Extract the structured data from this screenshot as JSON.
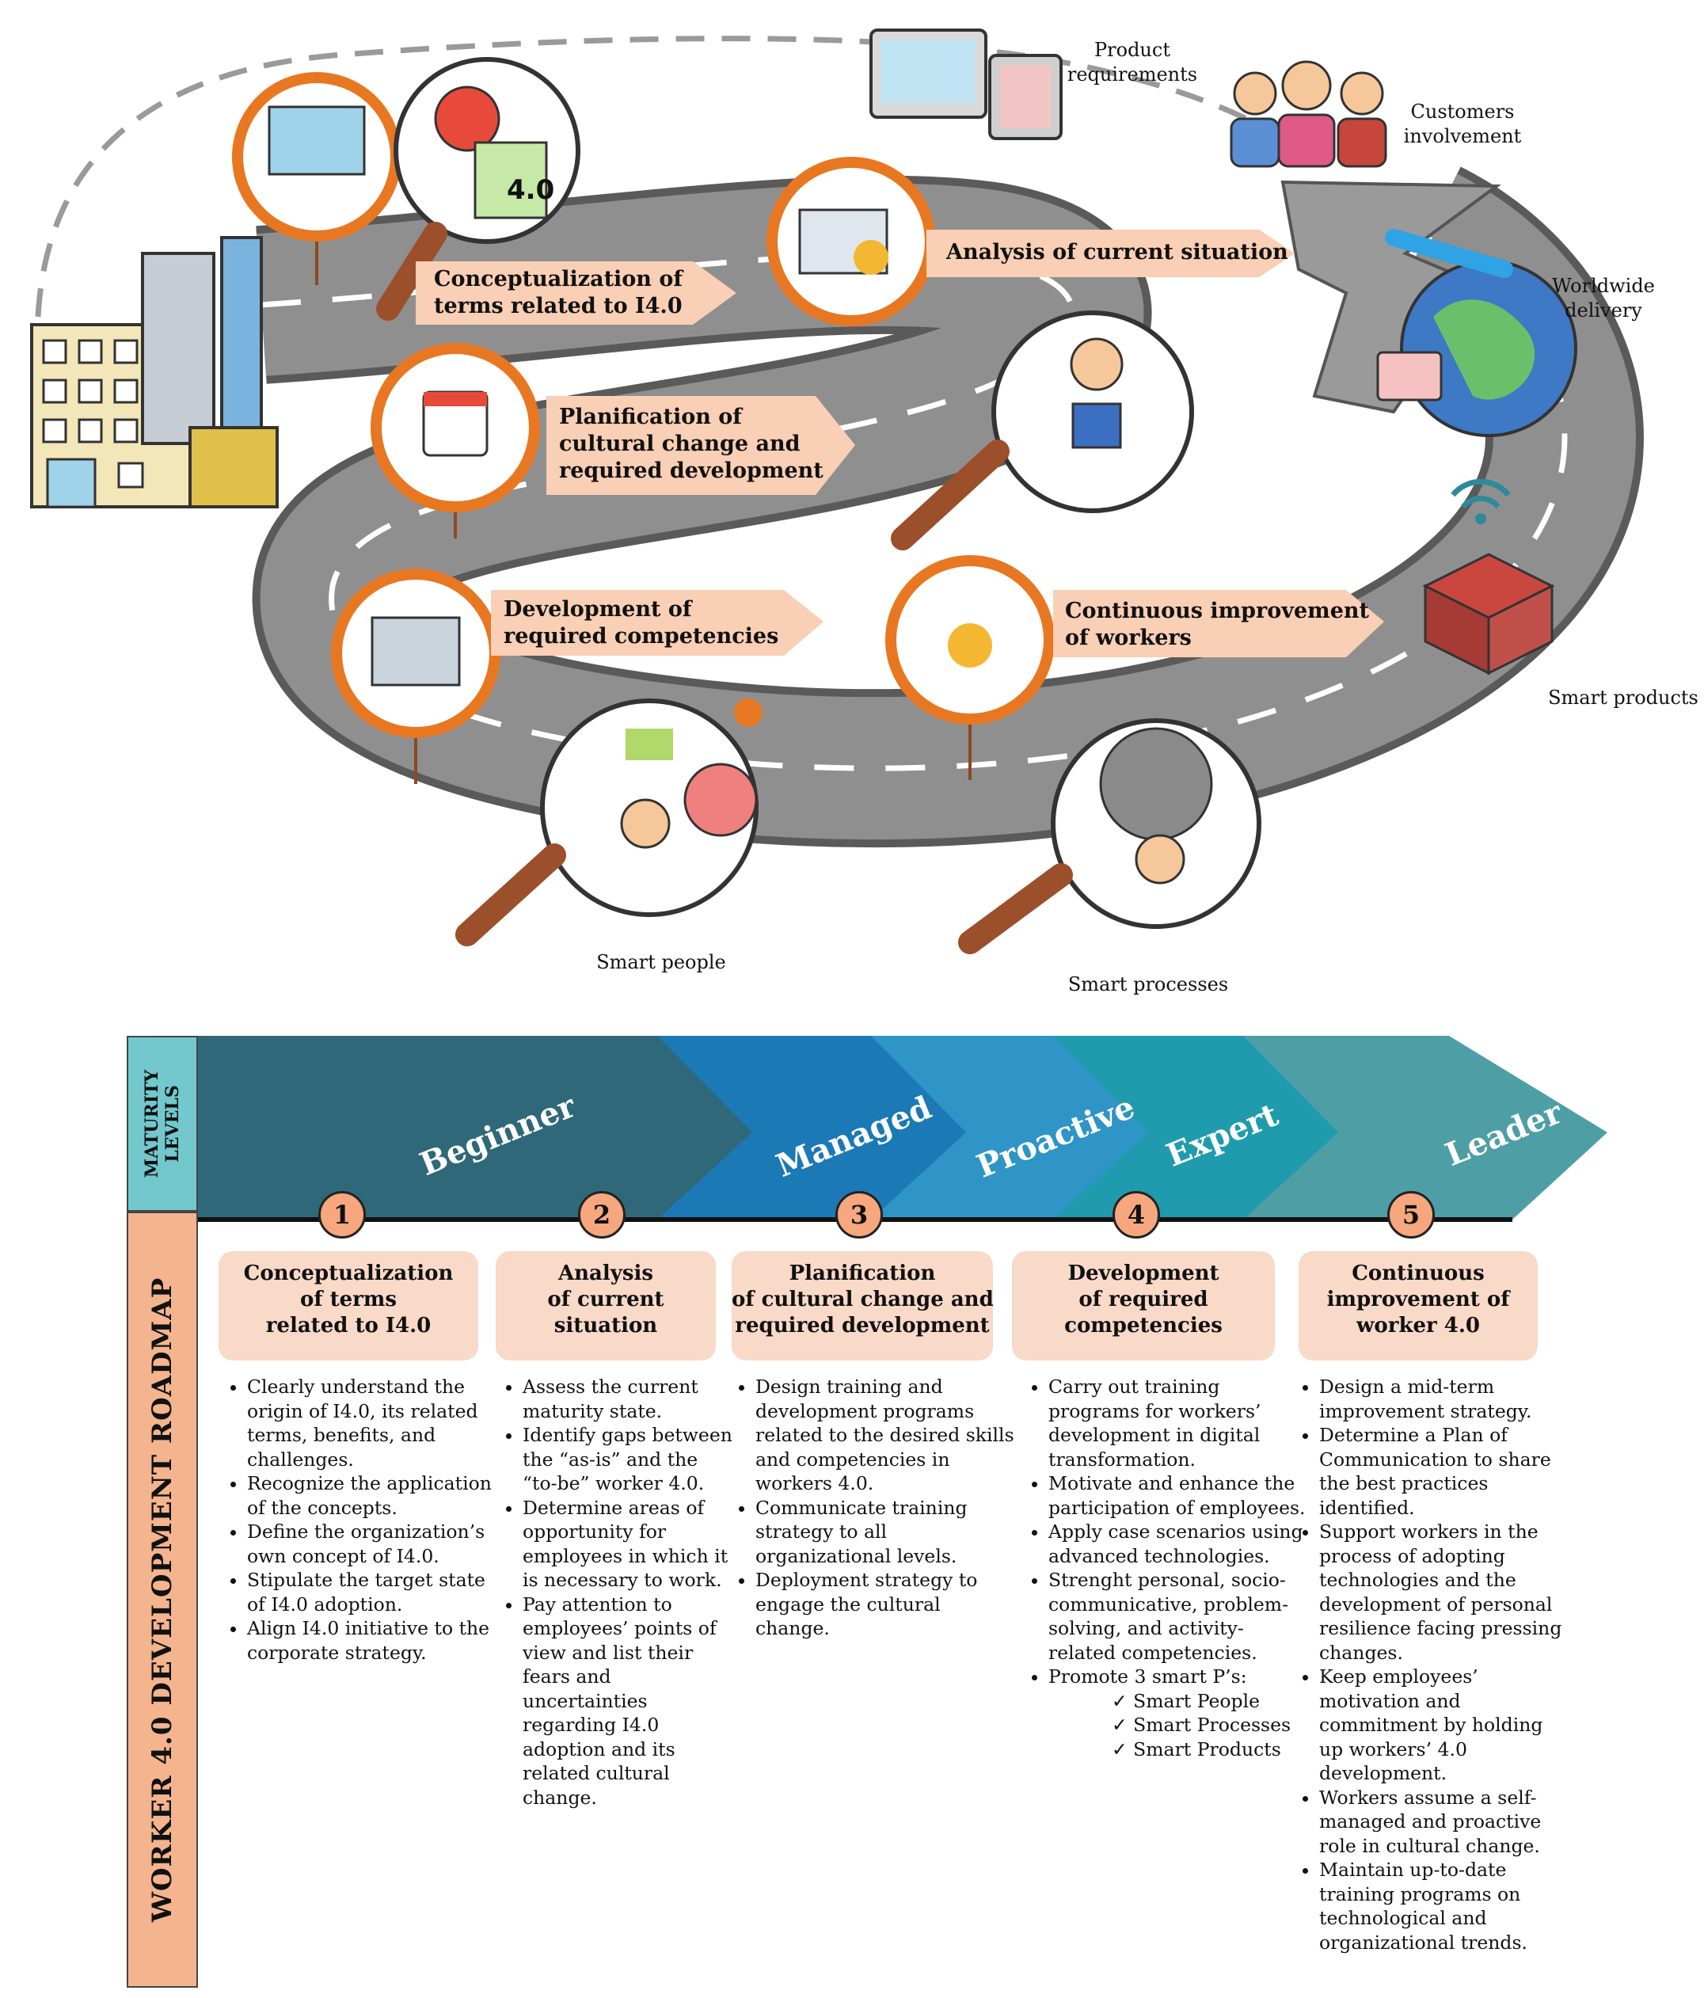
{
  "illustration": {
    "product_requirements": "Product\nrequirements",
    "customers_involvement": "Customers\ninvolvement",
    "worldwide_delivery": "Worldwide\ndelivery",
    "smart_products": "Smart products",
    "smart_people": "Smart people",
    "smart_processes": "Smart processes",
    "i40_badge": "4.0",
    "stages": [
      {
        "title": "Conceptualization of\nterms related to I4.0"
      },
      {
        "title": "Analysis of current situation"
      },
      {
        "title": "Planification of\ncultural change and\nrequired development"
      },
      {
        "title": "Development of\nrequired competencies"
      },
      {
        "title": "Continuous improvement\nof workers"
      }
    ],
    "colors": {
      "road": "#8e8e8e",
      "orange": "#e87722",
      "peach": "#f9cfb5",
      "arrow_gray": "#9a9a9a"
    }
  },
  "roadmap": {
    "side_title": "WORKER 4.0 DEVELOPMENT ROADMAP",
    "maturity_title": "MATURITY\nLEVELS",
    "levels": [
      "Beginner",
      "Managed",
      "Proactive",
      "Expert",
      "Leader"
    ],
    "level_colors": [
      "#2f6878",
      "#1b79b5",
      "#2f94c6",
      "#1f9bad",
      "#4e9ea6"
    ],
    "steps": [
      {
        "num": "1",
        "title": "Conceptualization\nof terms\nrelated to I4.0",
        "bullets": [
          "Clearly understand the origin of I4.0, its related terms, benefits, and challenges.",
          "Recognize the application of the concepts.",
          "Define the organization’s own concept of I4.0.",
          "Stipulate the target state of I4.0 adoption.",
          "Align I4.0 initiative to the corporate strategy."
        ]
      },
      {
        "num": "2",
        "title": "Analysis\nof current\nsituation",
        "bullets": [
          "Assess the current maturity state.",
          "Identify gaps between the “as-is” and the “to-be” worker 4.0.",
          "Determine areas of opportunity for employees in which it is necessary to work.",
          "Pay attention to employees’ points of view and list their fears and uncertainties regarding I4.0 adoption and its related cultural change."
        ]
      },
      {
        "num": "3",
        "title": "Planification\nof cultural change and\nrequired development",
        "bullets": [
          "Design training and development programs related to the desired skills and competencies in workers 4.0.",
          "Communicate training strategy to all organizational levels.",
          "Deployment strategy to engage the cultural change."
        ]
      },
      {
        "num": "4",
        "title": "Development\nof required\ncompetencies",
        "bullets": [
          "Carry out training programs for workers’ development in digital transformation.",
          "Motivate and enhance the participation of employees.",
          "Apply case scenarios using advanced technologies.",
          "Strenght personal, socio-communicative, problem-solving, and activity-related competencies.",
          "Promote 3 smart P’s:"
        ],
        "checks": [
          "Smart People",
          "Smart Processes",
          "Smart Products"
        ]
      },
      {
        "num": "5",
        "title": "Continuous\nimprovement of\nworker 4.0",
        "bullets": [
          "Design a mid-term improvement strategy.",
          "Determine a Plan of Communication to share the best practices identified.",
          "Support workers in the process of adopting technologies and the development of personal resilience facing pressing changes.",
          "Keep employees’ motivation and commitment by holding up workers’ 4.0 development.",
          "Workers assume a self-managed and proactive role in cultural change.",
          "Maintain up-to-date training programs on technological and organizational trends."
        ]
      }
    ]
  }
}
